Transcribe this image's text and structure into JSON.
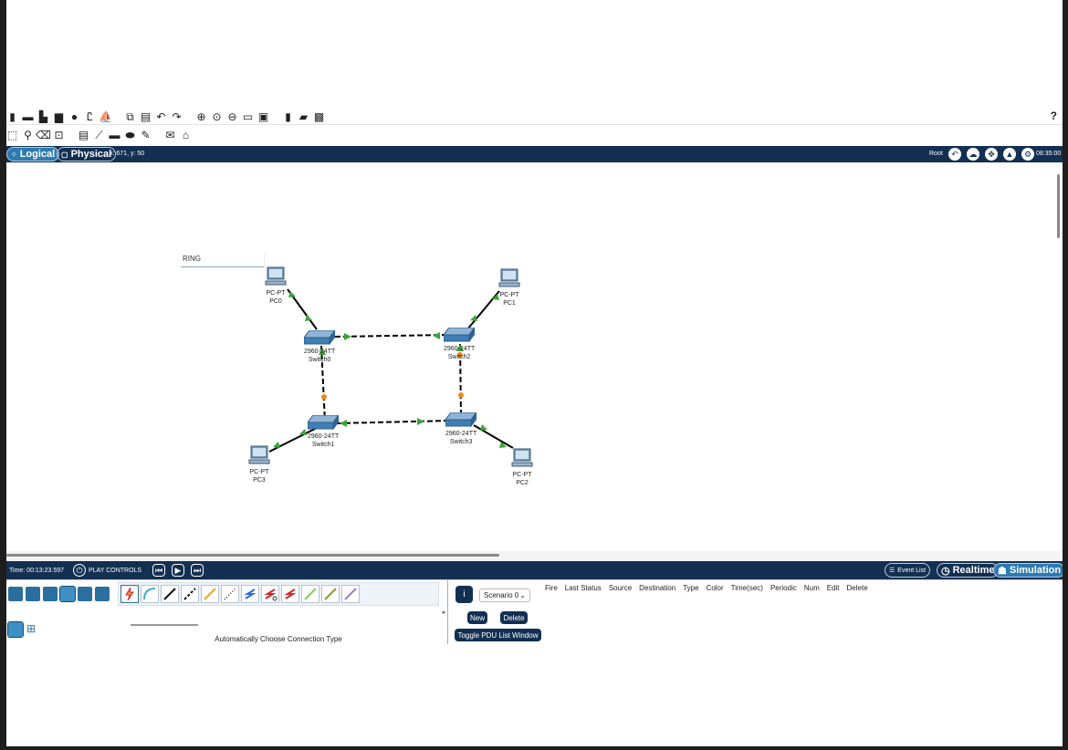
{
  "toolbar": {
    "row1": [
      "new-file-icon",
      "open-folder-icon",
      "save-icon",
      "save-as-icon",
      "print-icon",
      "activity-wizard-icon",
      "network-info-icon",
      "user-profile-icon",
      "copy-icon",
      "paste-icon",
      "undo-icon",
      "redo-icon",
      "zoom-in-icon",
      "zoom-reset-icon",
      "zoom-out-icon",
      "drawing-palette-icon",
      "custom-device-icon",
      "cluster-icon",
      "viewport-icon",
      "image-icon"
    ],
    "row2": [
      "select-icon",
      "inspect-icon",
      "delete-icon",
      "resize-icon",
      "note-icon",
      "line-icon",
      "rectangle-icon",
      "ellipse-icon",
      "freeform-icon",
      "add-simple-pdu-icon",
      "add-complex-pdu-icon"
    ],
    "help": "?"
  },
  "topbar": {
    "logical": "Logical",
    "physical": "Physical",
    "coords": "x: 671, y: 50",
    "root": "Root",
    "clock": "08:35:00"
  },
  "canvas": {
    "note_text": "RING",
    "devices": [
      {
        "model": "PC-PT",
        "name": "PC0"
      },
      {
        "model": "PC-PT",
        "name": "PC1"
      },
      {
        "model": "2960-24TT",
        "name": "Switch0"
      },
      {
        "model": "2960-24TT",
        "name": "Switch2"
      },
      {
        "model": "2960-24TT",
        "name": "Switch1"
      },
      {
        "model": "2960-24TT",
        "name": "Switch3"
      },
      {
        "model": "PC-PT",
        "name": "PC3"
      },
      {
        "model": "PC-PT",
        "name": "PC2"
      }
    ]
  },
  "sim": {
    "time": "Time: 00:13:23.597",
    "play_controls": "PLAY CONTROLS",
    "event_list": "Event List",
    "realtime": "Realtime",
    "simulation": "Simulation"
  },
  "bottom": {
    "conn_desc": "Automatically Choose Connection Type",
    "scenario": "Scenario 0",
    "new": "New",
    "delete": "Delete",
    "toggle": "Toggle PDU List Window",
    "pdu_headers": [
      "Fire",
      "Last Status",
      "Source",
      "Destination",
      "Type",
      "Color",
      "Time(sec)",
      "Periodic",
      "Num",
      "Edit",
      "Delete"
    ]
  },
  "colors": {
    "bar": "#133052",
    "link_up": "#3aa53a",
    "link_blocked": "#f08a1c"
  }
}
